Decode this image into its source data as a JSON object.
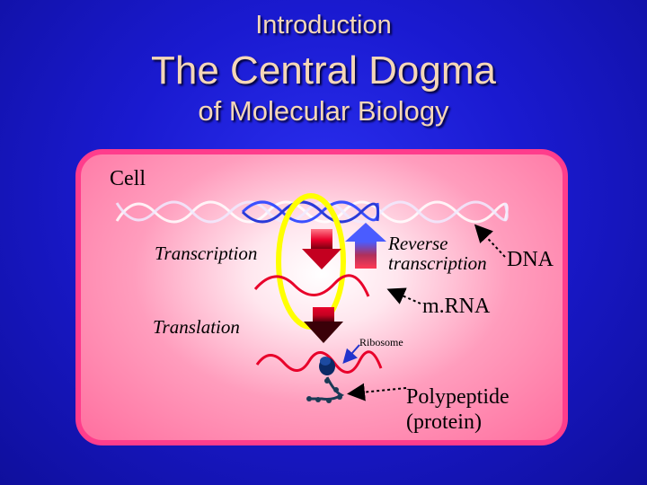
{
  "header": {
    "intro": "Introduction",
    "title": "The Central Dogma",
    "subtitle": "of Molecular Biology"
  },
  "diagram": {
    "cell_label": "Cell",
    "transcription_label": "Transcription",
    "translation_label": "Translation",
    "reverse_label_line1": "Reverse",
    "reverse_label_line2": "transcription",
    "dna_label": "DNA",
    "mrna_label": "m.RNA",
    "ribosome_label": "Ribosome",
    "polypeptide_label_line1": "Polypeptide",
    "polypeptide_label_line2": "(protein)"
  },
  "colors": {
    "title_text": "#f5d7b8",
    "background": "#1a1ad0",
    "cell_border": "#ff3d8c",
    "dna_strand": "#ffffff",
    "highlight_ring": "#ffff00",
    "mrna_strand": "#e8002a",
    "arrow_red": "#e8002a",
    "arrow_blue": "#4a5cff",
    "ribosome": "#0b2a66"
  }
}
